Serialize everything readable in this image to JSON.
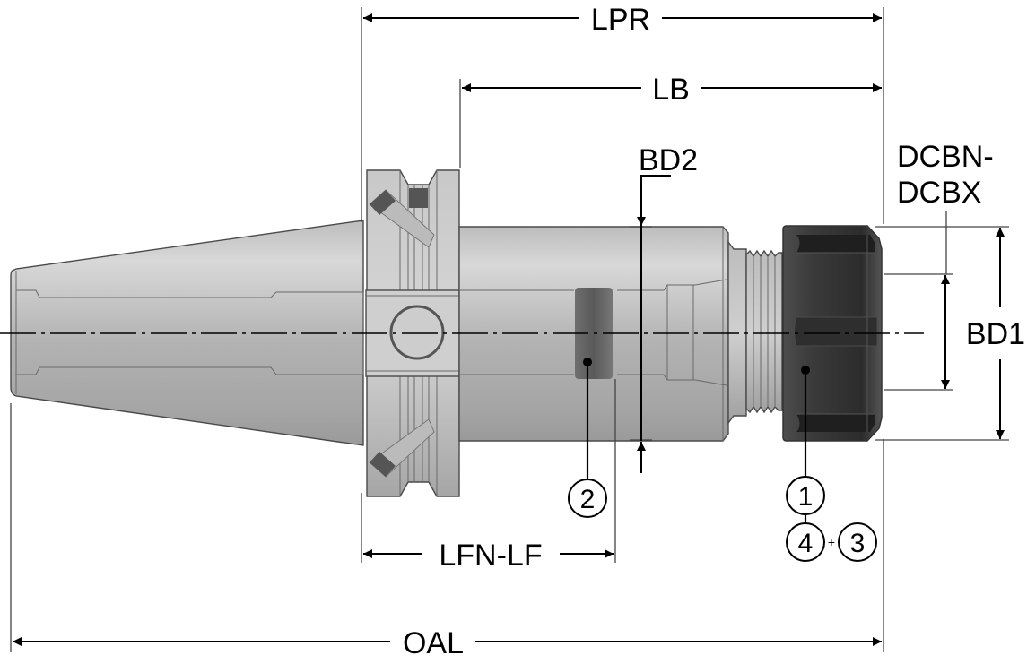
{
  "title": "Tool holder dimension drawing",
  "dimensions": {
    "lpr": "LPR",
    "lb": "LB",
    "bd2": "BD2",
    "dcbn_line1": "DCBN-",
    "dcbn_line2": "DCBX",
    "bd1": "BD1",
    "lfn_lf": "LFN-LF",
    "oal": "OAL"
  },
  "callouts": {
    "c1": "1",
    "c2": "2",
    "c3": "3",
    "c4": "4",
    "plus": "+"
  },
  "colors": {
    "body_light": "#d2d2d2",
    "body_mid": "#b4b4b4",
    "body_dark": "#8e8e8e",
    "band_dark": "#6a6a6a",
    "nut_dark": "#2a2a2a",
    "nut_mid": "#4a4a4a",
    "line": "#000000"
  }
}
